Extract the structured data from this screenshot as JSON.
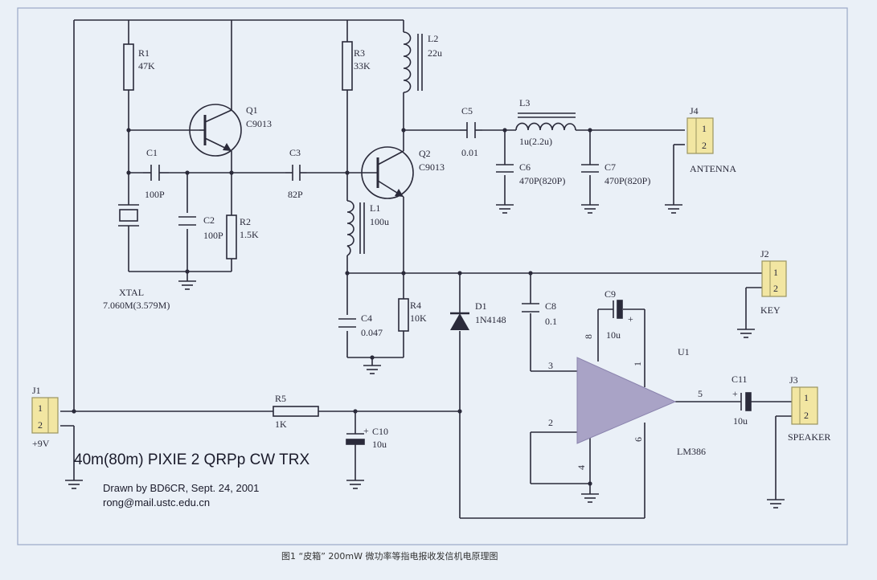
{
  "title": "40m(80m) PIXIE 2 QRPp CW TRX",
  "credit": "Drawn by BD6CR, Sept. 24, 2001",
  "email": "rong@mail.ustc.edu.cn",
  "caption": "图1  “皮箱” 200mW 微功率等指电报收发信机电原理图",
  "colors": {
    "background": "#eaf0f7",
    "wire": "#2a2a3a",
    "connector": "#f2e6a2",
    "amp": "#a9a3c6"
  },
  "components": {
    "r1": {
      "ref": "R1",
      "value": "47K"
    },
    "r2": {
      "ref": "R2",
      "value": "1.5K"
    },
    "r3": {
      "ref": "R3",
      "value": "33K"
    },
    "r4": {
      "ref": "R4",
      "value": "10K"
    },
    "r5": {
      "ref": "R5",
      "value": "1K"
    },
    "q1": {
      "ref": "Q1",
      "value": "C9013"
    },
    "q2": {
      "ref": "Q2",
      "value": "C9013"
    },
    "c1": {
      "ref": "C1",
      "value": "100P"
    },
    "c2": {
      "ref": "C2",
      "value": "100P"
    },
    "c3": {
      "ref": "C3",
      "value": "82P"
    },
    "c4": {
      "ref": "C4",
      "value": "0.047"
    },
    "c5": {
      "ref": "C5",
      "value": "0.01"
    },
    "c6": {
      "ref": "C6",
      "value": "470P(820P)"
    },
    "c7": {
      "ref": "C7",
      "value": "470P(820P)"
    },
    "c8": {
      "ref": "C8",
      "value": "0.1"
    },
    "c9": {
      "ref": "C9",
      "value": "10u"
    },
    "c10": {
      "ref": "C10",
      "value": "10u"
    },
    "c11": {
      "ref": "C11",
      "value": "10u"
    },
    "l1": {
      "ref": "L1",
      "value": "100u"
    },
    "l2": {
      "ref": "L2",
      "value": "22u"
    },
    "l3": {
      "ref": "L3",
      "value": "1u(2.2u)"
    },
    "d1": {
      "ref": "D1",
      "value": "1N4148"
    },
    "xtal": {
      "ref": "XTAL",
      "value": "7.060M(3.579M)"
    },
    "u1": {
      "ref": "U1",
      "value": "LM386",
      "pins": [
        "3",
        "2",
        "8",
        "1",
        "4",
        "6",
        "5"
      ]
    }
  },
  "connectors": {
    "j1": {
      "ref": "J1",
      "label": "+9V",
      "pins": [
        "1",
        "2"
      ]
    },
    "j2": {
      "ref": "J2",
      "label": "KEY",
      "pins": [
        "1",
        "2"
      ]
    },
    "j3": {
      "ref": "J3",
      "label": "SPEAKER",
      "pins": [
        "1",
        "2"
      ]
    },
    "j4": {
      "ref": "J4",
      "label": "ANTENNA",
      "pins": [
        "1",
        "2"
      ]
    }
  },
  "polarity": {
    "plus": "+"
  }
}
